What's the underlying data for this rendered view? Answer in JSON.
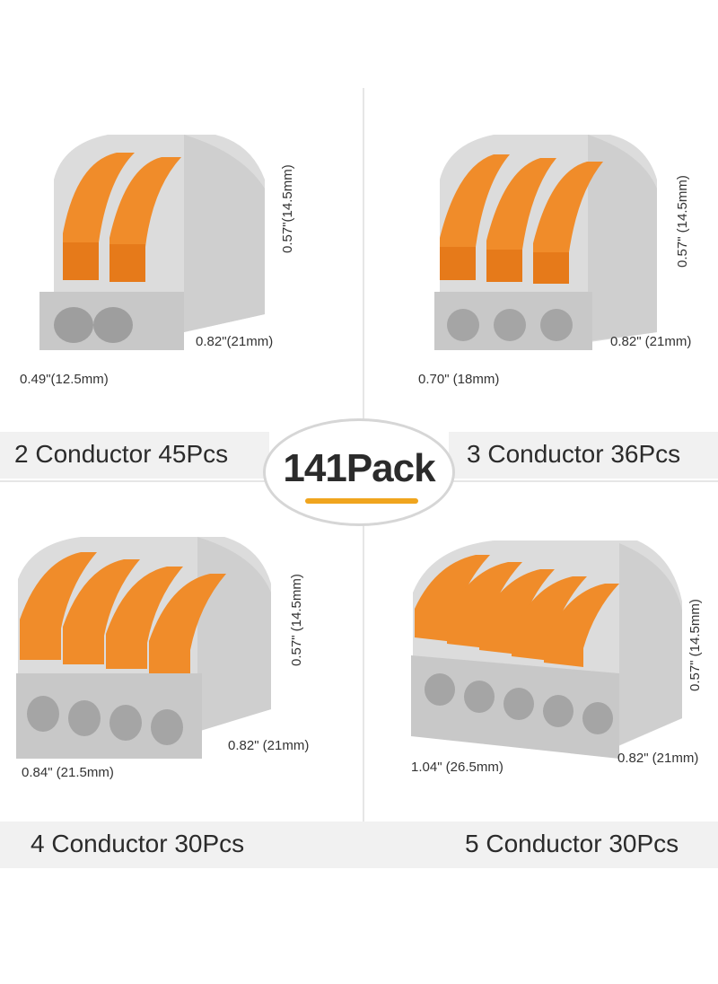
{
  "badge": {
    "text": "141Pack",
    "accent_color": "#f0a51e"
  },
  "colors": {
    "lever": "#f08c2a",
    "housing": "#dcdcdc",
    "band": "#f1f1f1"
  },
  "products": [
    {
      "label": "2 Conductor 45Pcs",
      "height": "0.57\"(14.5mm)",
      "depth": "0.82\"(21mm)",
      "width": "0.49\"(12.5mm)",
      "levers": 2
    },
    {
      "label": "3 Conductor 36Pcs",
      "height": "0.57\" (14.5mm)",
      "depth": "0.82\" (21mm)",
      "width": "0.70\" (18mm)",
      "levers": 3
    },
    {
      "label": "4 Conductor 30Pcs",
      "height": "0.57\" (14.5mm)",
      "depth": "0.82\" (21mm)",
      "width": "0.84\" (21.5mm)",
      "levers": 4
    },
    {
      "label": "5 Conductor 30Pcs",
      "height": "0.57\" (14.5mm)",
      "depth": "0.82\" (21mm)",
      "width": "1.04\" (26.5mm)",
      "levers": 5
    }
  ]
}
